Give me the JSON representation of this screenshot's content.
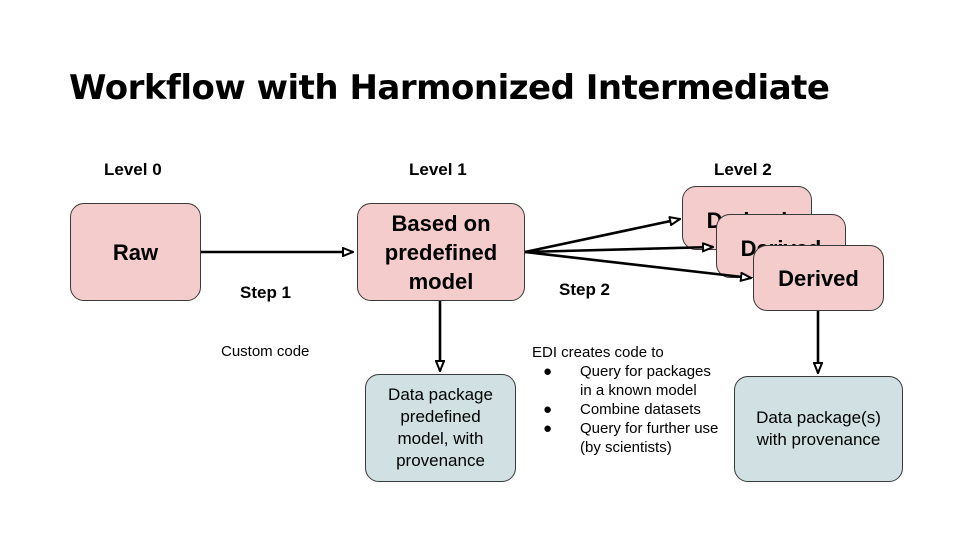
{
  "title": "Workflow with Harmonized Intermediate",
  "levels": [
    "Level 0",
    "Level 1",
    "Level 2"
  ],
  "steps": [
    "Step 1",
    "Step 2"
  ],
  "boxes": {
    "raw": "Raw",
    "based_on_model": "Based on predefined model",
    "derived": [
      "Derived",
      "Derived",
      "Derived"
    ],
    "package_level1": "Data package predefined model, with provenance",
    "package_level2": "Data package(s) with provenance"
  },
  "notes": {
    "custom_code": "Custom code",
    "edi_intro": "EDI creates code to",
    "edi_bullets": [
      "Query for packages in a known model",
      "Combine datasets",
      "Query for further use (by scientists)"
    ],
    "bullet_glyph": "●"
  },
  "colors": {
    "raw_and_derived_fill": "#f4cccc",
    "package_fill": "#d0e0e3",
    "stroke": "#000000"
  }
}
